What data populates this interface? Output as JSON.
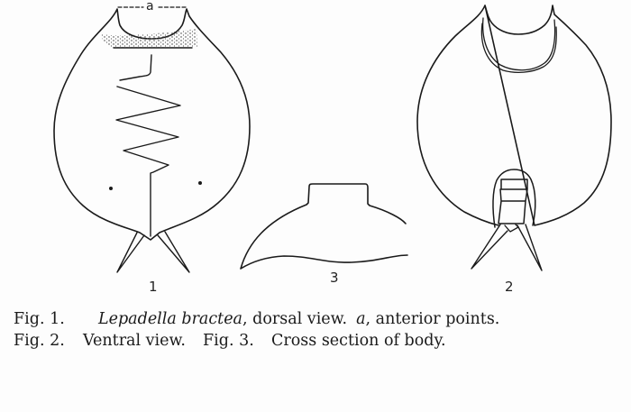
{
  "plate": {
    "figures": [
      {
        "id": "fig-1",
        "number": "1",
        "view": "dorsal",
        "annotation": {
          "label": "a",
          "meaning": "anterior points"
        }
      },
      {
        "id": "fig-3",
        "number": "3",
        "view": "cross section of body"
      },
      {
        "id": "fig-2",
        "number": "2",
        "view": "ventral"
      }
    ]
  },
  "caption": {
    "line1": {
      "fig_label": "Fig. 1.",
      "species": "Lepadella bractea",
      "after_species": ", dorsal view.",
      "annotation_letter": "a",
      "annotation_text": ", anterior points."
    },
    "line2": {
      "fig2_label": "Fig. 2.",
      "fig2_text": "Ventral view.",
      "fig3_label": "Fig. 3.",
      "fig3_text": "Cross section of body."
    }
  },
  "colors": {
    "ink": "#1a1a1a",
    "paper": "#fdfdfd"
  }
}
